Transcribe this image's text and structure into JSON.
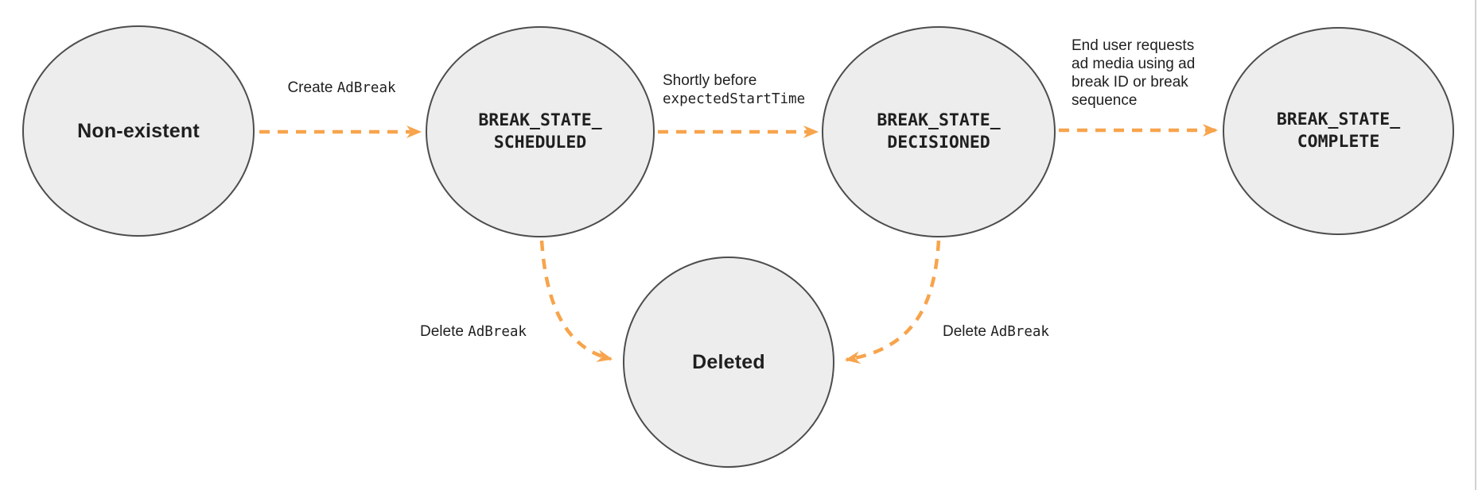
{
  "colors": {
    "arrow": "#F7A44C",
    "state-fill": "#EDEDED",
    "state-border": "#4D4D4D",
    "text": "#1F1F1F",
    "divider": "#D2D2D2"
  },
  "diagram": {
    "type": "ad-break-state-diagram",
    "states": {
      "non_existent": {
        "label": "Non-existent"
      },
      "scheduled": {
        "label": "BREAK_STATE_\nSCHEDULED"
      },
      "decisioned": {
        "label": "BREAK_STATE_\nDECISIONED"
      },
      "complete": {
        "label": "BREAK_STATE_\nCOMPLETE"
      },
      "deleted": {
        "label": "Deleted"
      }
    },
    "transitions": {
      "create": {
        "prefix": "Create ",
        "code": "AdBreak"
      },
      "shortly": {
        "line1": "Shortly before",
        "code_line": "expectedStartTime"
      },
      "end_user": {
        "label": "End user requests\nad media using ad\nbreak ID or break\nsequence"
      },
      "delete_left": {
        "prefix": "Delete ",
        "code": "AdBreak"
      },
      "delete_right": {
        "prefix": "Delete ",
        "code": "AdBreak"
      }
    }
  }
}
